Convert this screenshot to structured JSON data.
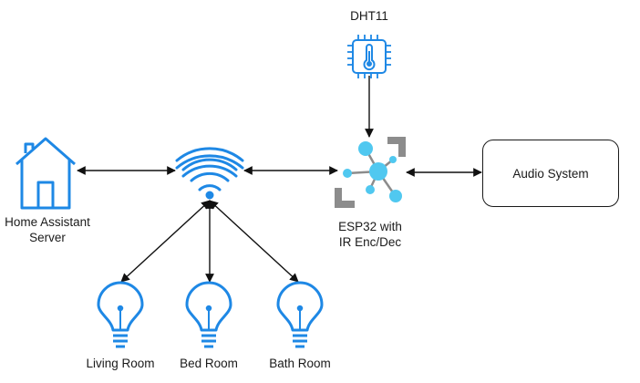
{
  "nodes": {
    "dht11": {
      "label": "DHT11",
      "icon": "sensor-chip-thermometer-icon"
    },
    "esp32": {
      "label_line1": "ESP32 with",
      "label_line2": "IR Enc/Dec",
      "icon": "iot-hub-icon"
    },
    "home_assistant": {
      "label_line1": "Home Assistant",
      "label_line2": "Server",
      "icon": "house-icon"
    },
    "wifi": {
      "icon": "wifi-icon"
    },
    "audio": {
      "label": "Audio System"
    },
    "living": {
      "label": "Living Room",
      "icon": "light-bulb-icon"
    },
    "bed": {
      "label": "Bed Room",
      "icon": "light-bulb-icon"
    },
    "bath": {
      "label": "Bath Room",
      "icon": "light-bulb-icon"
    }
  },
  "colors": {
    "icon_blue": "#1E88E5",
    "hub_cyan": "#50C8F0",
    "hub_gray": "#8C8C8C",
    "line": "#1a1a1a"
  }
}
